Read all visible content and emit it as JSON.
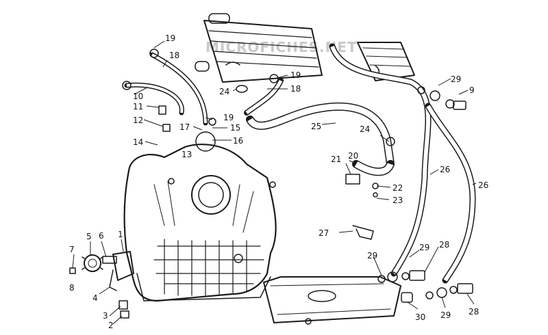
{
  "diagram": {
    "watermark": "MICROFICHES.NET",
    "callouts": [
      "19",
      "18",
      "10",
      "11",
      "12",
      "14",
      "13",
      "17",
      "15",
      "16",
      "19",
      "19",
      "24",
      "18",
      "25",
      "24",
      "20",
      "21",
      "22",
      "23",
      "9",
      "29",
      "26",
      "26",
      "27",
      "29",
      "29",
      "28",
      "28",
      "29",
      "30",
      "1",
      "5",
      "6",
      "7",
      "8",
      "4",
      "3",
      "2"
    ]
  }
}
